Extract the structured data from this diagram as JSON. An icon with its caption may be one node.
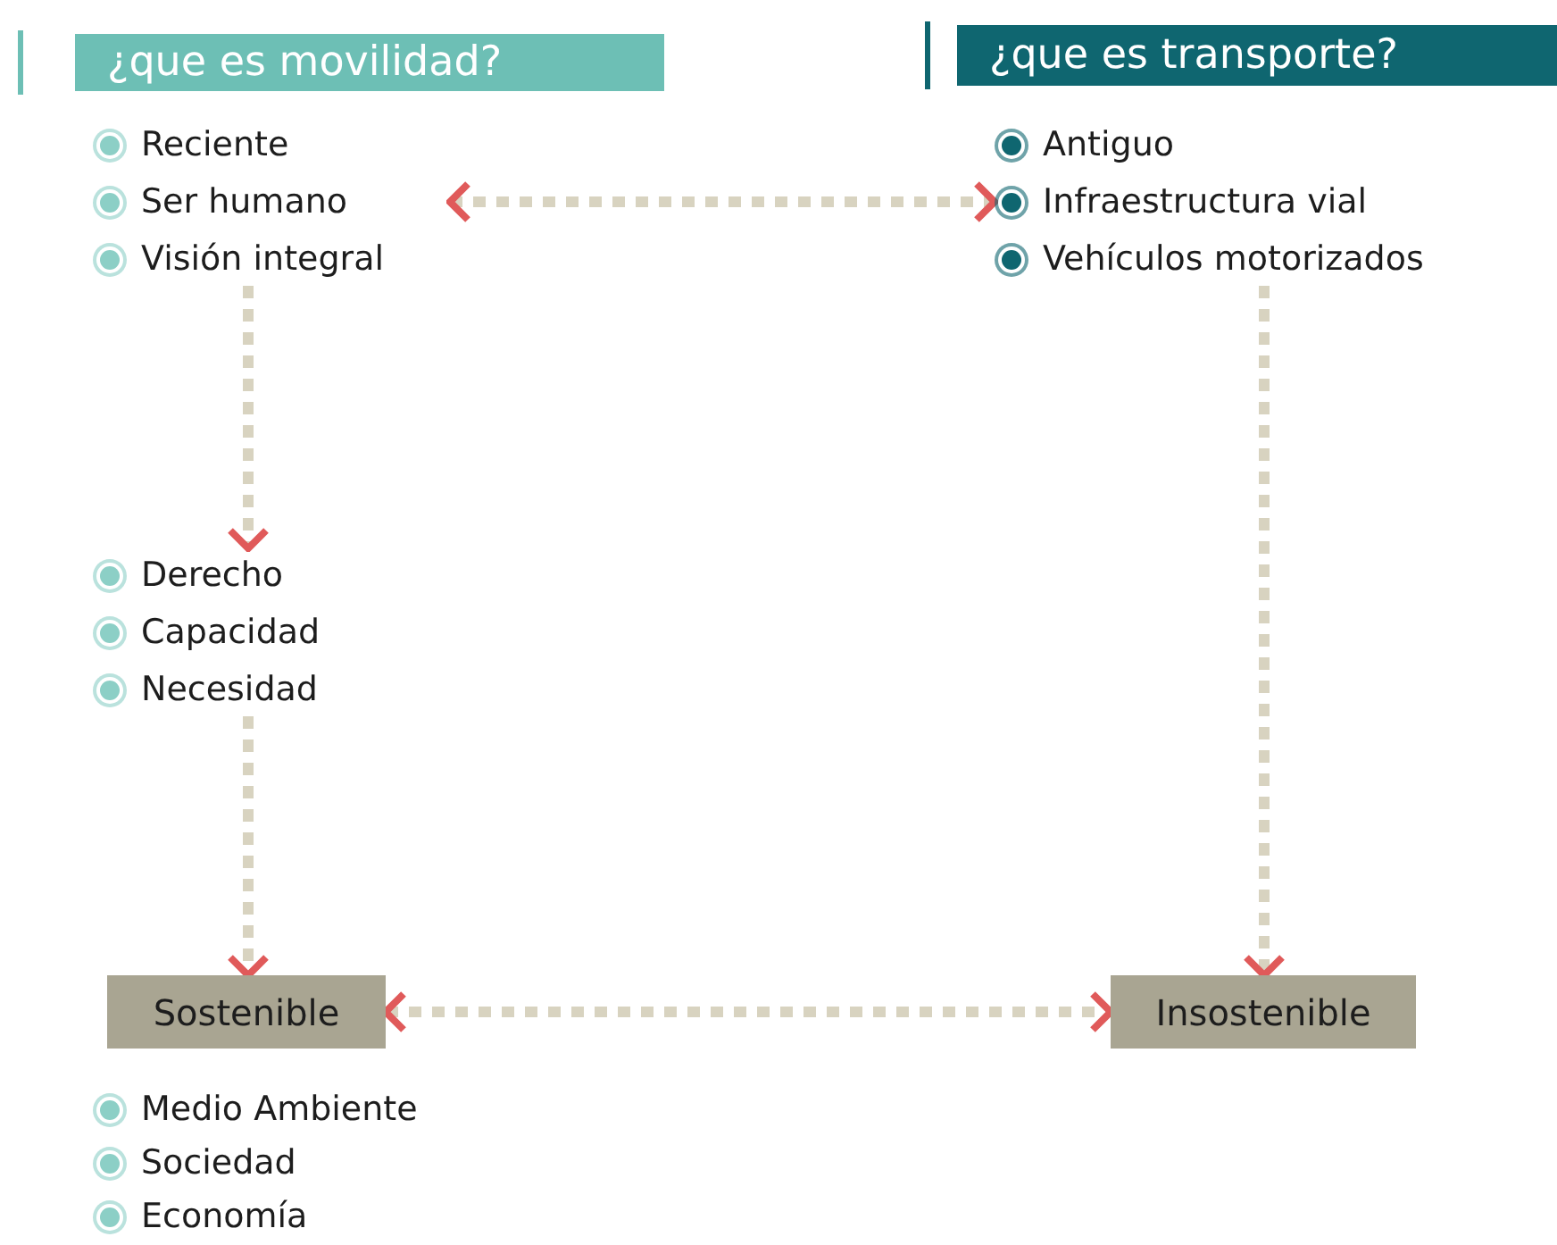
{
  "diagram": {
    "nodes": [
      {
        "text": [
          "¿que es movilidad?"
        ]
      },
      {
        "text": [
          "¿que es transporte?"
        ]
      },
      {
        "text": [
          "Reciente",
          "Ser humano",
          "Visión integral"
        ]
      },
      {
        "text": [
          "Antiguo",
          "Infraestructura vial",
          "Vehículos motorizados"
        ]
      },
      {
        "text": [
          "Derecho",
          "Capacidad",
          "Necesidad"
        ]
      },
      {
        "text": [
          "Sostenible"
        ]
      },
      {
        "text": [
          "Insostenible"
        ]
      },
      {
        "text": [
          "Medio Ambiente",
          "Sociedad",
          "Economía"
        ]
      }
    ],
    "edges": [
      {
        "from": 2,
        "to": 3,
        "arrow": "both"
      },
      {
        "from": 2,
        "to": 4,
        "arrow": "to"
      },
      {
        "from": 4,
        "to": 5,
        "arrow": "to"
      },
      {
        "from": 3,
        "to": 6,
        "arrow": "to"
      },
      {
        "from": 5,
        "to": 6,
        "arrow": "both"
      }
    ]
  }
}
